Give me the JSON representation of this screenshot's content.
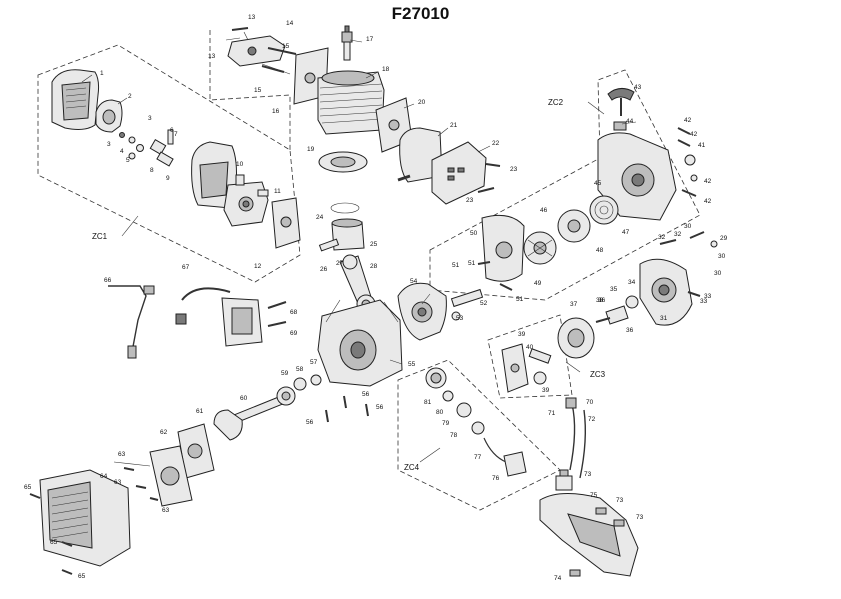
{
  "diagram": {
    "title": "F27010",
    "group_labels": [
      "ZC1",
      "ZC2",
      "ZC3",
      "ZC4"
    ],
    "part_numbers": [
      "1",
      "2",
      "3",
      "3",
      "4",
      "5",
      "6",
      "7",
      "8",
      "9",
      "10",
      "11",
      "12",
      "13",
      "13",
      "14",
      "15",
      "15",
      "16",
      "17",
      "18",
      "19",
      "20",
      "21",
      "22",
      "23",
      "23",
      "24",
      "25",
      "26",
      "27",
      "28",
      "29",
      "30",
      "30",
      "30",
      "31",
      "32",
      "32",
      "33",
      "33",
      "34",
      "35",
      "36",
      "36",
      "37",
      "38",
      "39",
      "39",
      "40",
      "41",
      "42",
      "42",
      "42",
      "42",
      "43",
      "44",
      "45",
      "46",
      "47",
      "48",
      "49",
      "50",
      "51",
      "51",
      "51",
      "52",
      "53",
      "54",
      "55",
      "56",
      "56",
      "56",
      "57",
      "58",
      "59",
      "60",
      "61",
      "62",
      "63",
      "63",
      "63",
      "64",
      "65",
      "65",
      "65",
      "66",
      "67",
      "68",
      "69",
      "70",
      "71",
      "72",
      "73",
      "73",
      "73",
      "74",
      "75",
      "76",
      "77",
      "78",
      "79",
      "80",
      "81"
    ]
  }
}
